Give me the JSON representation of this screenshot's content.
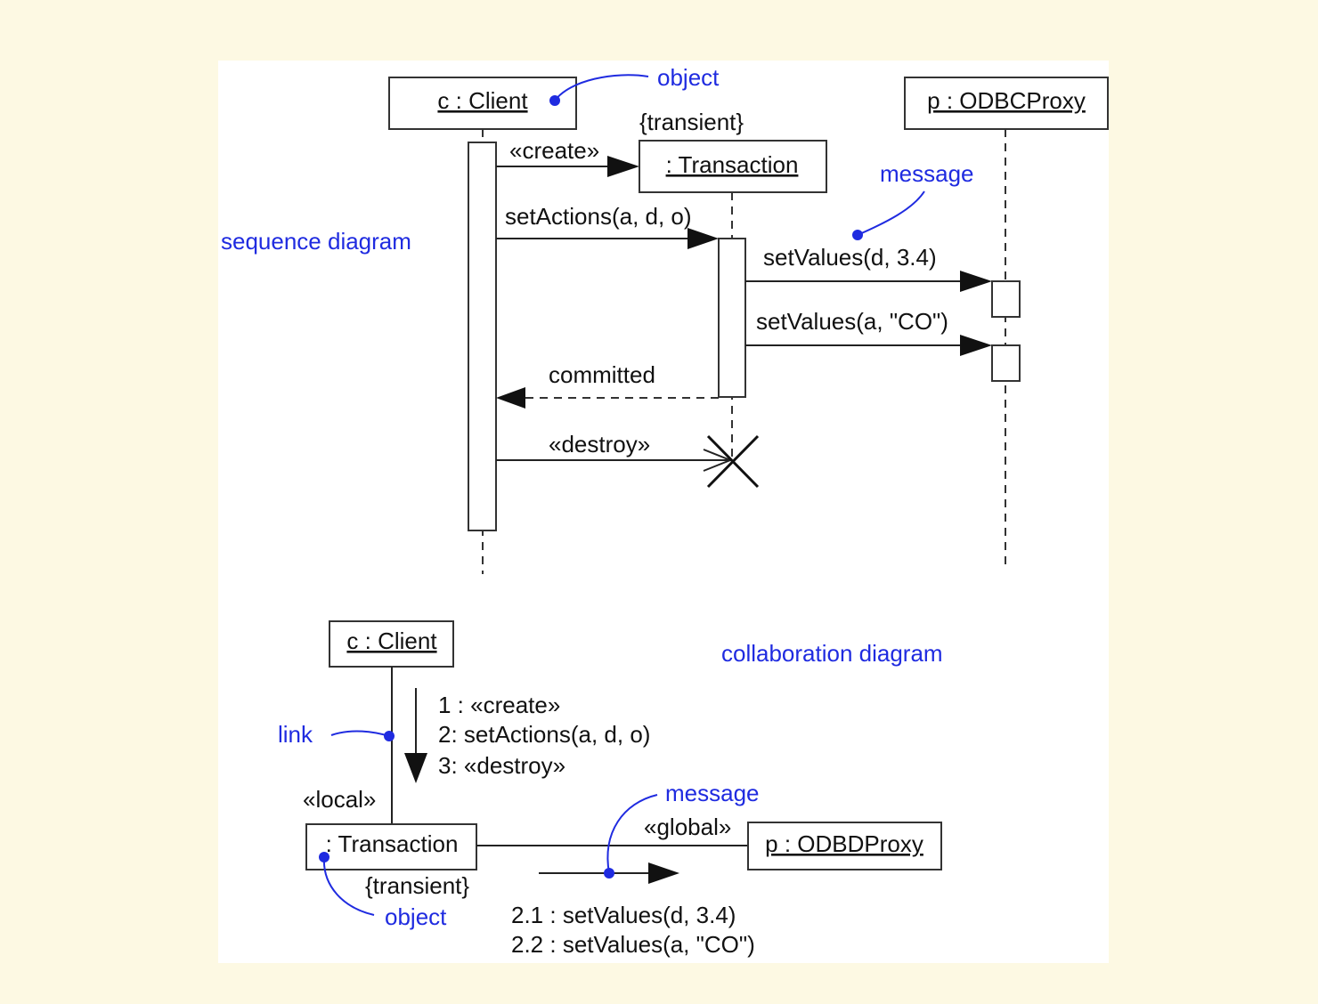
{
  "sequence": {
    "title": "sequence diagram",
    "client": "c : Client",
    "transaction": ": Transaction",
    "transient": "{transient}",
    "proxy": "p : ODBCProxy",
    "msg_create": "«create»",
    "msg_setactions": "setActions(a, d, o)",
    "msg_setvalues1": "setValues(d, 3.4)",
    "msg_setvalues2": "setValues(a, \"CO\")",
    "msg_committed": "committed",
    "msg_destroy": "«destroy»",
    "note_object": "object",
    "note_message": "message"
  },
  "collaboration": {
    "title": "collaboration diagram",
    "client": "c : Client",
    "transaction": ": Transaction",
    "transient": "{transient}",
    "proxy": "p : ODBDProxy",
    "link_local": "«local»",
    "link_global": "«global»",
    "messages_client": [
      "1 : «create»",
      "2: setActions(a, d, o)",
      "3: «destroy»"
    ],
    "messages_proxy": [
      "2.1 : setValues(d, 3.4)",
      "2.2 : setValues(a, \"CO\")"
    ],
    "note_link": "link",
    "note_message": "message",
    "note_object": "object"
  }
}
